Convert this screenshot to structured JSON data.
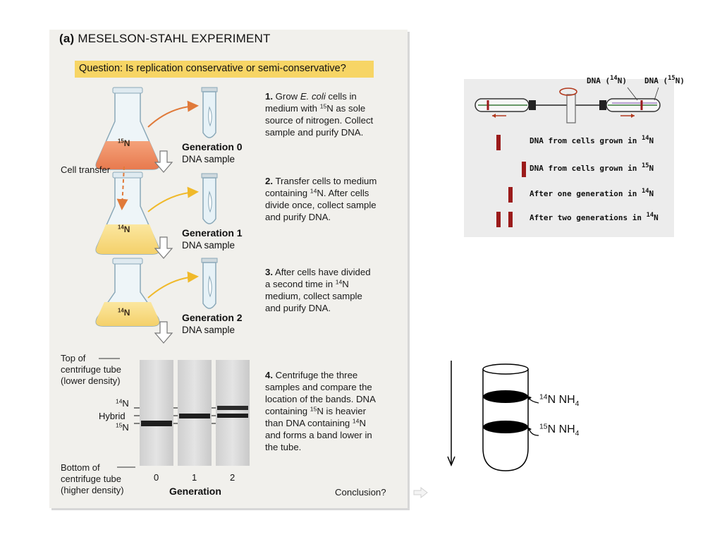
{
  "left_figure": {
    "title_prefix": "(a)",
    "title": "MESELSON-STAHL EXPERIMENT",
    "question": "Question: Is replication conservative or semi-conservative?",
    "flask_labels": [
      "15",
      "14",
      "14"
    ],
    "flask_label_suffix": "N",
    "cell_transfer": "Cell transfer",
    "generations": [
      {
        "title": "Generation 0",
        "sub": "DNA sample"
      },
      {
        "title": "Generation 1",
        "sub": "DNA sample"
      },
      {
        "title": "Generation 2",
        "sub": "DNA sample"
      }
    ],
    "steps": {
      "s1": {
        "num": "1.",
        "a": "Grow ",
        "species": "E. coli",
        "b": " cells in",
        "c": "medium with ",
        "iso": "15",
        "d": "N as sole",
        "e": "source of nitrogen. Collect",
        "f": "sample and purify DNA."
      },
      "s2": {
        "num": "2.",
        "a": "Transfer cells to medium",
        "b": "containing ",
        "iso": "14",
        "c": "N. After cells",
        "d": "divide once, collect sample",
        "e": "and purify DNA."
      },
      "s3": {
        "num": "3.",
        "a": "After cells have divided",
        "b": "a second time in ",
        "iso": "14",
        "c": "N",
        "d": "medium, collect sample",
        "e": "and purify DNA."
      },
      "s4": {
        "num": "4.",
        "a": "Centrifuge the three",
        "b": "samples and compare the",
        "c": "location of the bands. DNA",
        "d": "containing ",
        "iso1": "15",
        "e": "N is heavier",
        "f": "than DNA containing ",
        "iso2": "14",
        "g": "N",
        "h": "and forms a band lower in",
        "i": "the tube."
      }
    },
    "gel": {
      "top_line1": "Top of",
      "top_line2": "centrifuge tube",
      "top_line3": "(lower density)",
      "bottom_line1": "Bottom of",
      "bottom_line2": "centrifuge tube",
      "bottom_line3": "(higher density)",
      "label_14": "14",
      "label_hybrid": "Hybrid",
      "label_15": "15",
      "label_n": "N",
      "lanes": [
        "0",
        "1",
        "2"
      ],
      "axis_label": "Generation"
    },
    "conclusion": "Conclusion?"
  },
  "right_top_figure": {
    "label_dna14_pre": "DNA (",
    "label_dna14_iso": "14",
    "label_dna14_post": "N)",
    "label_dna15_pre": "DNA (",
    "label_dna15_iso": "15",
    "label_dna15_post": "N)",
    "rows": [
      {
        "pre": "DNA from cells grown in ",
        "iso": "14",
        "post": "N"
      },
      {
        "pre": "DNA from cells grown in ",
        "iso": "15",
        "post": "N"
      },
      {
        "pre": "After one generation in ",
        "iso": "14",
        "post": "N"
      },
      {
        "pre": "After two generations in ",
        "iso": "14",
        "post": "N"
      }
    ],
    "band_color": "#9b1b1b"
  },
  "right_bottom_figure": {
    "band1_iso": "14",
    "band1_text": "N NH",
    "band1_sub": "4",
    "band2_iso": "15",
    "band2_text": "N NH",
    "band2_sub": "4"
  },
  "colors": {
    "panel_bg": "#f1f0ec",
    "question_bar": "#f7d565",
    "flask_n15": "#f08a5d",
    "flask_n14": "#f7dc7a",
    "arrow_orange": "#e07a3a",
    "arrow_yellow": "#f0b92a"
  }
}
